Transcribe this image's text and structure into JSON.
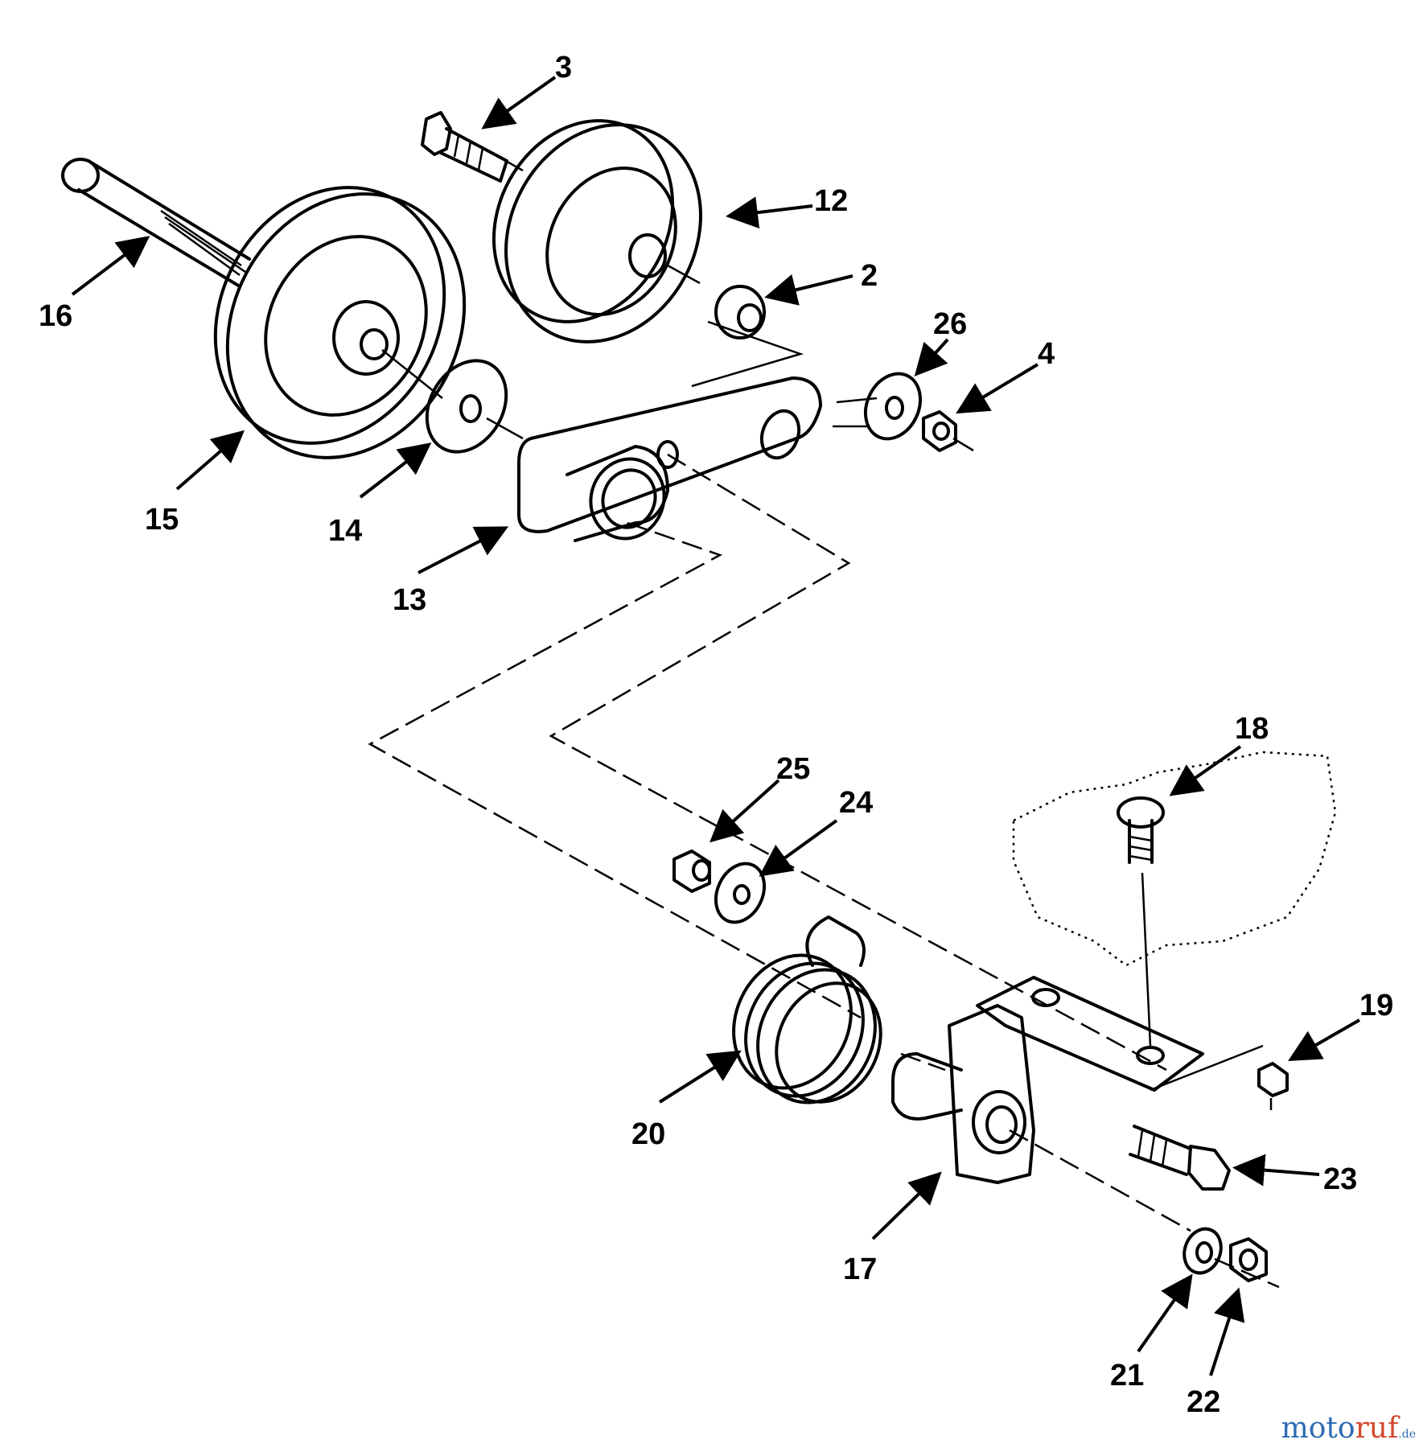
{
  "callouts": [
    {
      "id": "16",
      "text": "16"
    },
    {
      "id": "3",
      "text": "3"
    },
    {
      "id": "12",
      "text": "12"
    },
    {
      "id": "2",
      "text": "2"
    },
    {
      "id": "26",
      "text": "26"
    },
    {
      "id": "4",
      "text": "4"
    },
    {
      "id": "15",
      "text": "15"
    },
    {
      "id": "14",
      "text": "14"
    },
    {
      "id": "13",
      "text": "13"
    },
    {
      "id": "18",
      "text": "18"
    },
    {
      "id": "25",
      "text": "25"
    },
    {
      "id": "24",
      "text": "24"
    },
    {
      "id": "19",
      "text": "19"
    },
    {
      "id": "20",
      "text": "20"
    },
    {
      "id": "23",
      "text": "23"
    },
    {
      "id": "17",
      "text": "17"
    },
    {
      "id": "21",
      "text": "21"
    },
    {
      "id": "22",
      "text": "22"
    }
  ],
  "watermark": {
    "brand": "moto",
    "accent": "ruf",
    "suffix": ".de"
  },
  "colors": {
    "line": "#000000",
    "watermark_blue": "#2e6bb3",
    "watermark_red": "#d2472c"
  }
}
